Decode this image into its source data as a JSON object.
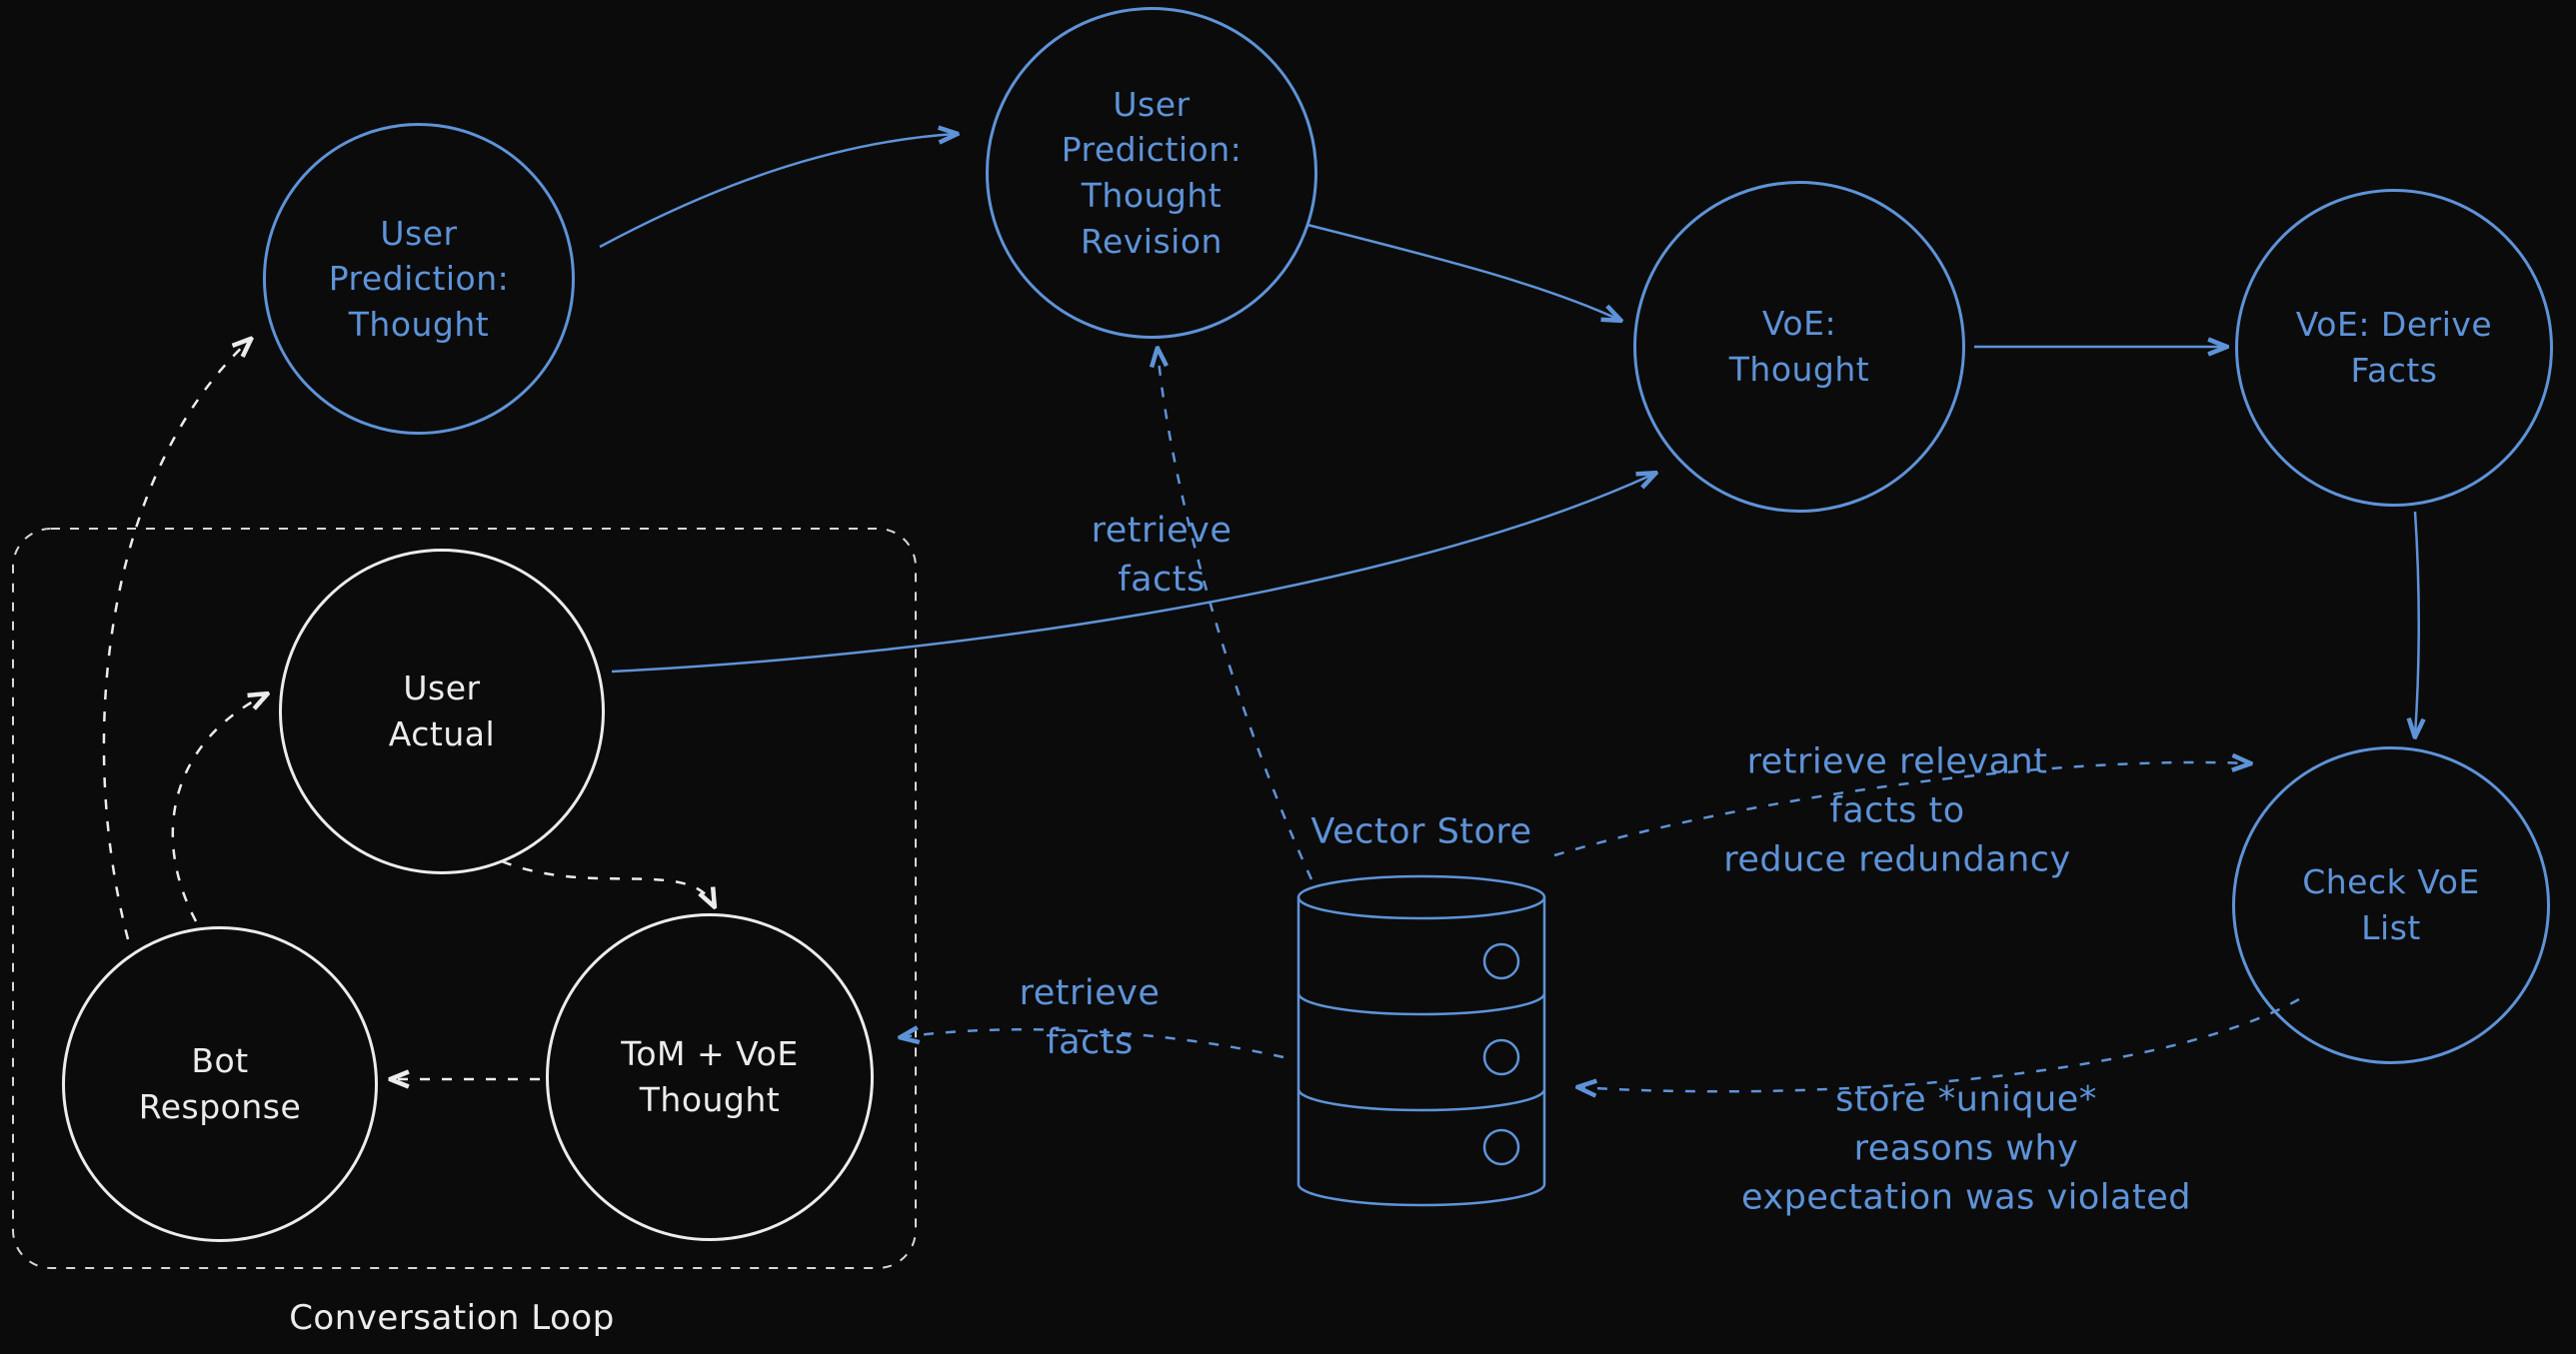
{
  "colors": {
    "background": "#0b0b0b",
    "blue": "#5e93d8",
    "white": "#ececec"
  },
  "nodes": {
    "user_prediction_thought": "User\nPrediction:\nThought",
    "user_prediction_thought_revision": "User\nPrediction:\nThought\nRevision",
    "voe_thought": "VoE:\nThought",
    "voe_derive_facts": "VoE: Derive\nFacts",
    "check_voe_list": "Check VoE\nList",
    "user_actual": "User\nActual",
    "bot_response": "Bot\nResponse",
    "tom_voe_thought": "ToM + VoE\nThought"
  },
  "labels": {
    "conversation_loop": "Conversation Loop",
    "vector_store": "Vector Store",
    "retrieve_facts_top": "retrieve\nfacts",
    "retrieve_facts_left": "retrieve\nfacts",
    "retrieve_relevant": "retrieve relevant\nfacts to\nreduce redundancy",
    "store_unique": "store *unique*\nreasons why\nexpectation was violated"
  },
  "edges": [
    {
      "from": "user_prediction_thought",
      "to": "user_prediction_thought_revision",
      "style": "solid",
      "color": "blue"
    },
    {
      "from": "user_prediction_thought_revision",
      "to": "voe_thought",
      "style": "solid",
      "color": "blue"
    },
    {
      "from": "voe_thought",
      "to": "voe_derive_facts",
      "style": "solid",
      "color": "blue"
    },
    {
      "from": "voe_derive_facts",
      "to": "check_voe_list",
      "style": "solid",
      "color": "blue"
    },
    {
      "from": "user_actual",
      "to": "voe_thought",
      "style": "solid",
      "color": "blue"
    },
    {
      "from": "bot_response",
      "to": "user_prediction_thought",
      "style": "dashed",
      "color": "white"
    },
    {
      "from": "bot_response",
      "to": "user_actual",
      "style": "dashed",
      "color": "white"
    },
    {
      "from": "user_actual",
      "to": "tom_voe_thought",
      "style": "dashed",
      "color": "white"
    },
    {
      "from": "tom_voe_thought",
      "to": "bot_response",
      "style": "dashed",
      "color": "white"
    },
    {
      "from": "vector_store",
      "to": "user_prediction_thought_revision",
      "style": "dashed",
      "color": "blue",
      "label": "retrieve facts"
    },
    {
      "from": "vector_store",
      "to": "tom_voe_thought",
      "style": "dashed",
      "color": "blue",
      "label": "retrieve facts"
    },
    {
      "from": "vector_store",
      "to": "check_voe_list",
      "style": "dashed",
      "color": "blue",
      "label": "retrieve relevant facts to reduce redundancy"
    },
    {
      "from": "check_voe_list",
      "to": "vector_store",
      "style": "dashed",
      "color": "blue",
      "label": "store *unique* reasons why expectation was violated"
    }
  ]
}
